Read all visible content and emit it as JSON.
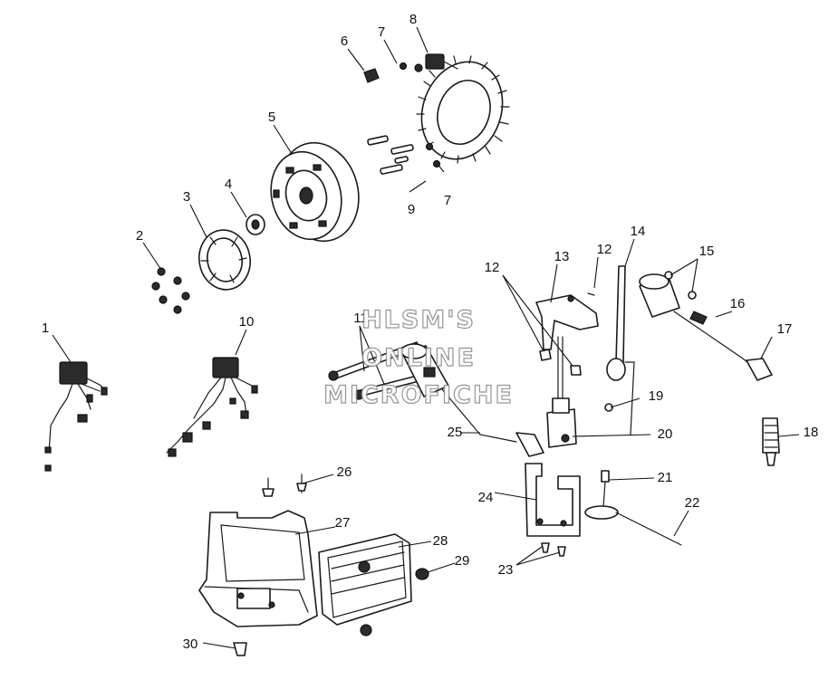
{
  "callouts": [
    "1",
    "2",
    "3",
    "4",
    "5",
    "6",
    "7",
    "7",
    "8",
    "9",
    "10",
    "11",
    "12",
    "12",
    "13",
    "14",
    "15",
    "16",
    "17",
    "18",
    "19",
    "20",
    "21",
    "22",
    "23",
    "24",
    "25",
    "26",
    "27",
    "28",
    "29",
    "30"
  ],
  "watermark": [
    "HLSM'S",
    "ONLINE",
    "MICROFICHE"
  ],
  "colors": {
    "line": "#1a1a1a",
    "background": "#ffffff",
    "watermark_stroke": "#8a8a8a"
  }
}
